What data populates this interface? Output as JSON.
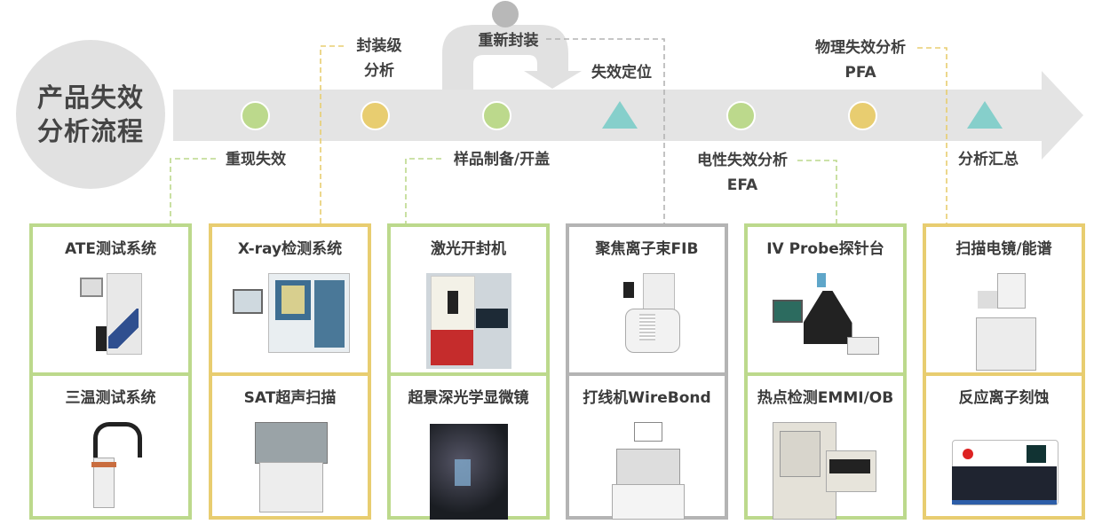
{
  "title": {
    "line1": "产品失效",
    "line2": "分析流程"
  },
  "colors": {
    "green": "#bcd98c",
    "yellow": "#e8cd70",
    "teal": "#86cfcb",
    "gray": "#b4b4b4",
    "arrow": "#e4e4e4"
  },
  "steps_top": [
    {
      "id": "package-analysis",
      "line1": "封装级",
      "line2": "分析"
    },
    {
      "id": "repackage",
      "line1": "重新封装"
    },
    {
      "id": "failure-location",
      "line1": "失效定位"
    },
    {
      "id": "pfa",
      "line1": "物理失效分析",
      "line2": "PFA"
    }
  ],
  "steps_bottom": [
    {
      "id": "reproduce-failure",
      "line1": "重现失效"
    },
    {
      "id": "sample-prep",
      "line1": "样品制备/开盖"
    },
    {
      "id": "efa",
      "line1": "电性失效分析",
      "line2": "EFA"
    },
    {
      "id": "summary",
      "line1": "分析汇总"
    }
  ],
  "cards": [
    {
      "color": "green",
      "items": [
        "ATE测试系统",
        "三温测试系统"
      ]
    },
    {
      "color": "yellow",
      "items": [
        "X-ray检测系统",
        "SAT超声扫描"
      ]
    },
    {
      "color": "green",
      "items": [
        "激光开封机",
        "超景深光学显微镜"
      ]
    },
    {
      "color": "gray",
      "items": [
        "聚焦离子束FIB",
        "打线机WireBond"
      ]
    },
    {
      "color": "green",
      "items": [
        "IV Probe探针台",
        "热点检测EMMI/OB"
      ]
    },
    {
      "color": "yellow",
      "items": [
        "扫描电镜/能谱",
        "反应离子刻蚀"
      ]
    }
  ]
}
